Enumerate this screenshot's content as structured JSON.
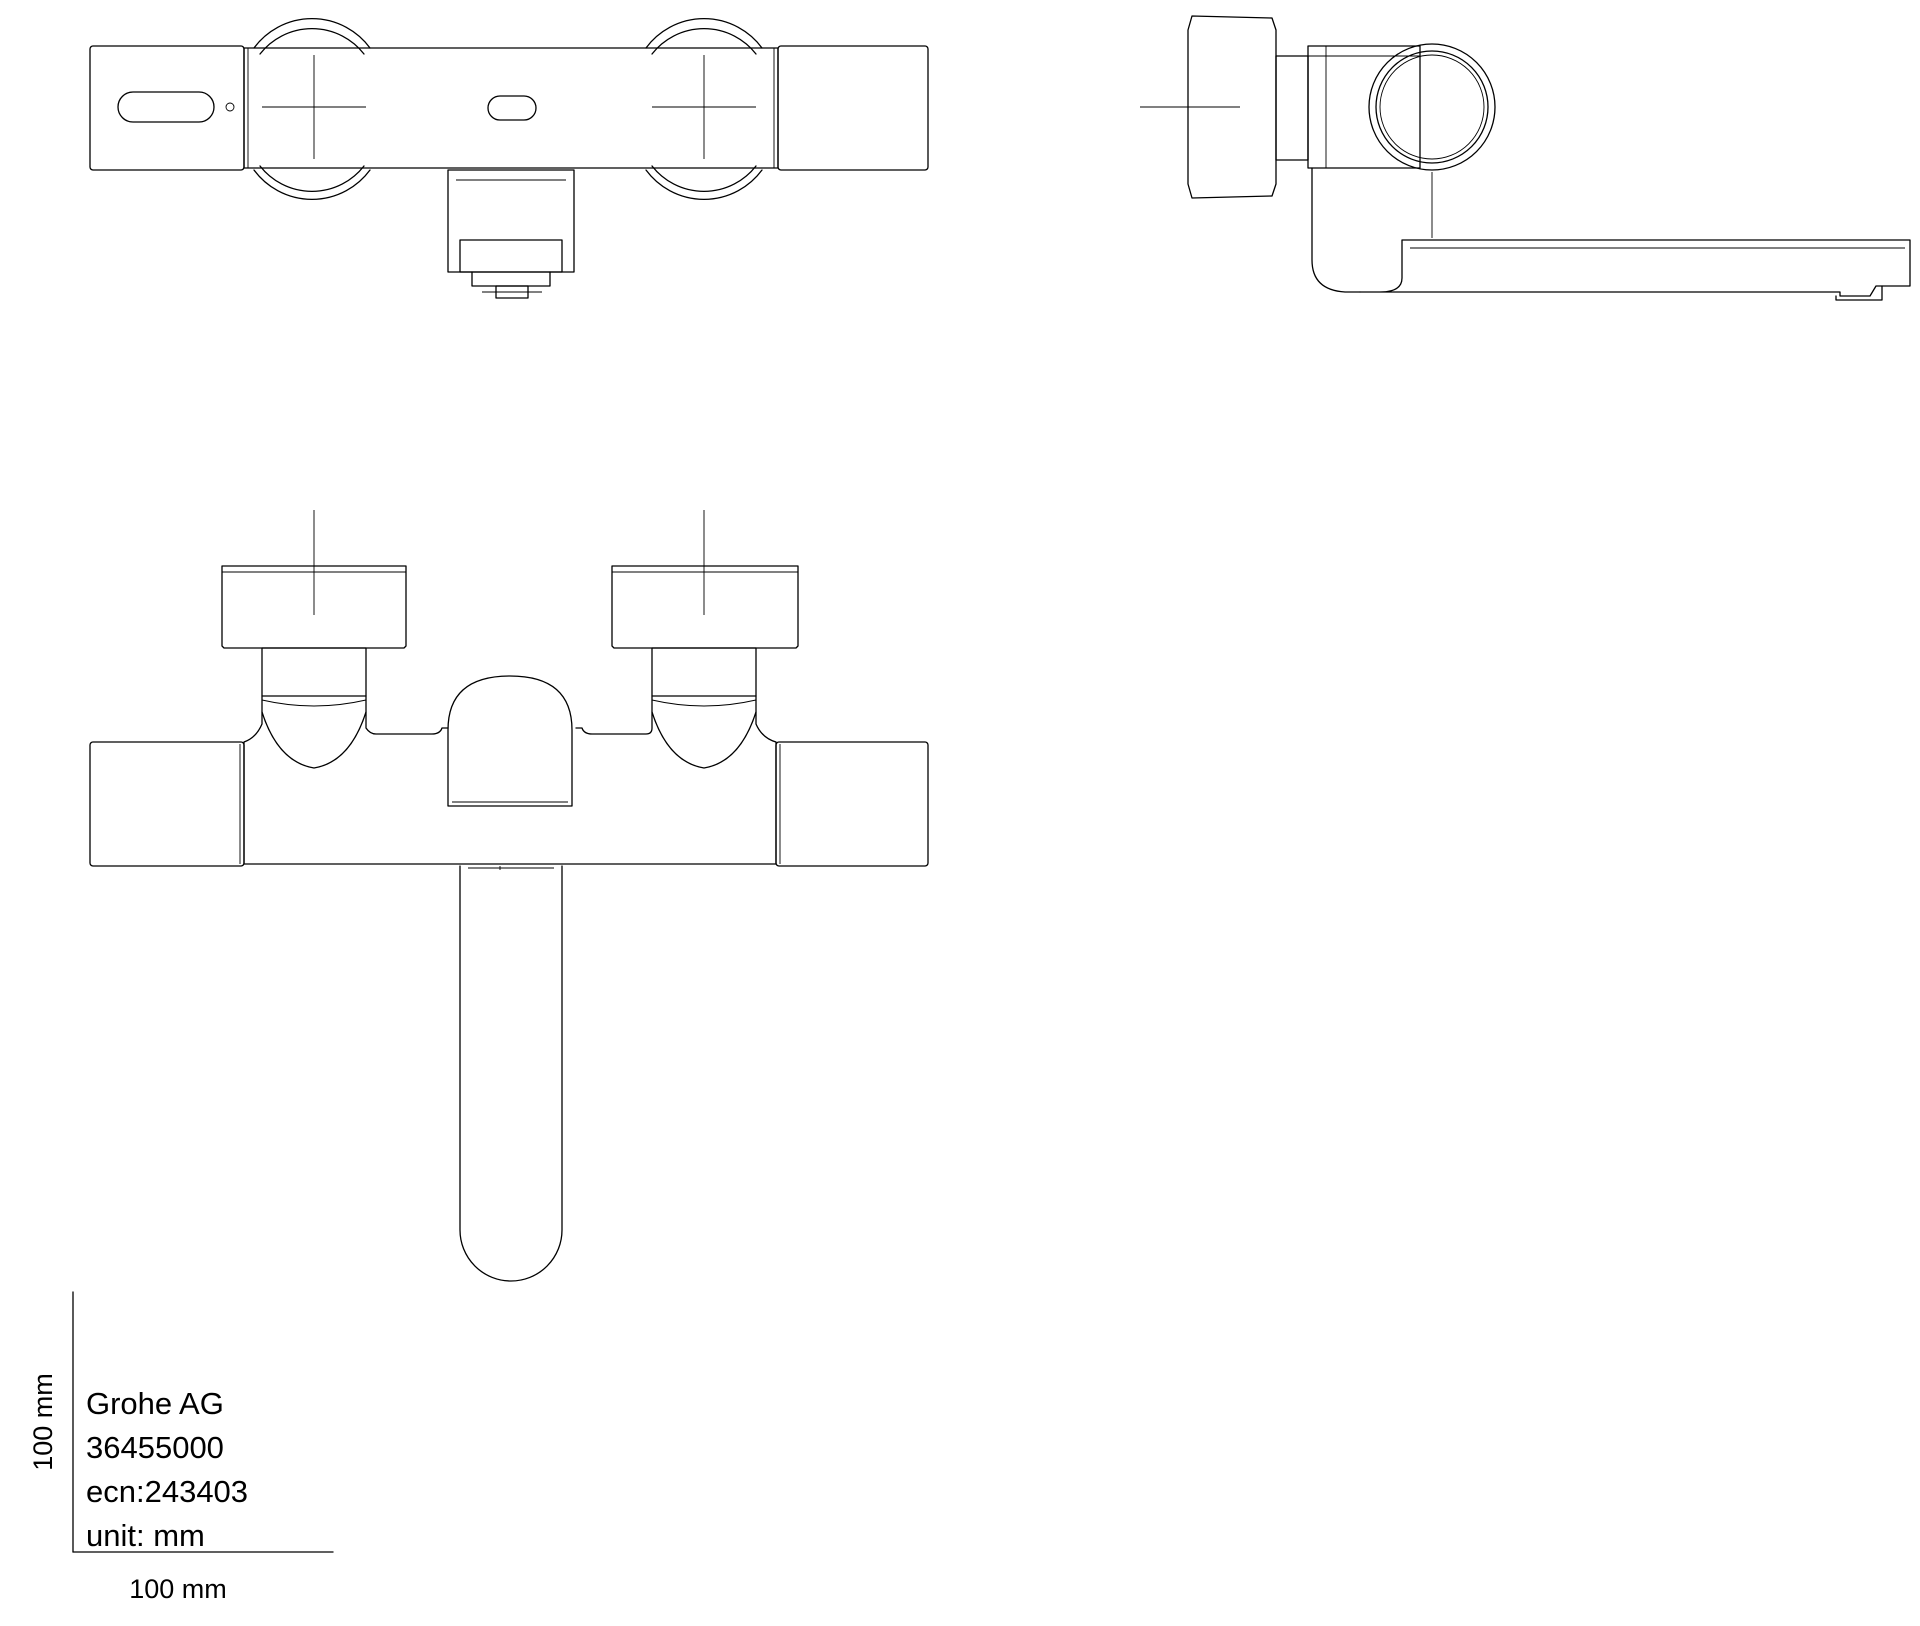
{
  "title_block": {
    "manufacturer": "Grohe AG",
    "article_number": "36455000",
    "ecn": "ecn:243403",
    "unit": "unit: mm"
  },
  "scale_bar": {
    "vertical_label": "100 mm",
    "horizontal_label": "100 mm"
  },
  "line_color": "#000000",
  "background_color": "#ffffff"
}
